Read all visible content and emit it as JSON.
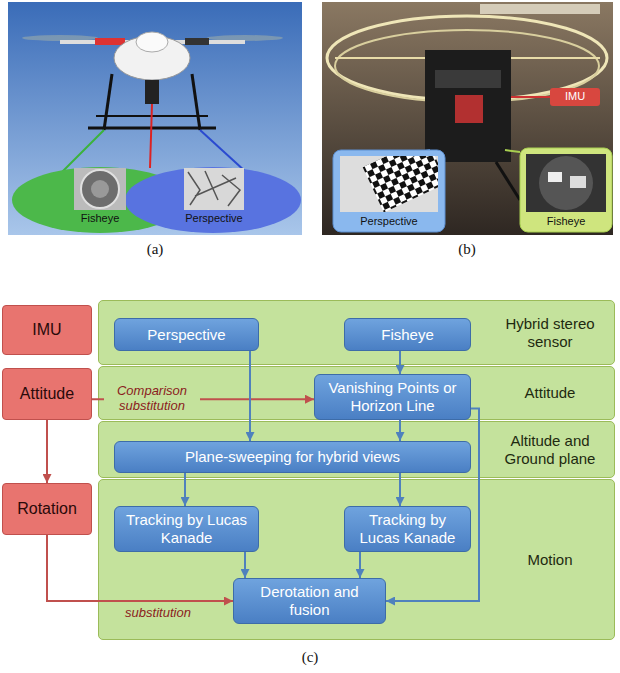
{
  "diagram": {
    "nodes": [
      {
        "text": [
          "IMU"
        ]
      },
      {
        "text": [
          "Hybrid stereo sensor"
        ]
      },
      {
        "text": [
          "Perspective"
        ],
        "in": 1
      },
      {
        "text": [
          "Fisheye"
        ],
        "in": 1
      },
      {
        "text": [
          "Attitude"
        ]
      },
      {
        "text": [
          "Attitude"
        ]
      },
      {
        "text": [
          "Vanishing Points or Horizon Line"
        ],
        "in": 5
      },
      {
        "text": [
          "Altitude and Ground plane"
        ]
      },
      {
        "text": [
          "Plane-sweeping for hybrid views"
        ],
        "in": 7
      },
      {
        "text": [
          "Rotation"
        ]
      },
      {
        "text": [
          "Motion"
        ]
      },
      {
        "text": [
          "Tracking by Lucas Kanade"
        ],
        "in": 10
      },
      {
        "text": [
          "Tracking by Lucas Kanade"
        ],
        "in": 10
      },
      {
        "text": [
          "Derotation and fusion"
        ],
        "in": 10
      }
    ],
    "edges": [
      {
        "from": 4,
        "to": 9,
        "arrow": "to"
      },
      {
        "from": 4,
        "to": 6,
        "label": "Comparison substitution",
        "arrow": "to"
      },
      {
        "from": 9,
        "to": 13,
        "label": "substitution",
        "arrow": "to"
      },
      {
        "from": 2,
        "to": 8,
        "arrow": "to"
      },
      {
        "from": 3,
        "to": 6,
        "arrow": "to"
      },
      {
        "from": 6,
        "to": 8,
        "arrow": "to"
      },
      {
        "from": 6,
        "to": 13,
        "arrow": "to"
      },
      {
        "from": 8,
        "to": 11,
        "arrow": "to"
      },
      {
        "from": 8,
        "to": 12,
        "arrow": "to"
      },
      {
        "from": 11,
        "to": 13,
        "arrow": "to"
      },
      {
        "from": 12,
        "to": 13,
        "arrow": "to"
      }
    ],
    "labels": [
      "Fisheye",
      "Perspective",
      "IMU",
      "Perspective",
      "Fisheye",
      "(a)",
      "(b)",
      "(c)"
    ]
  }
}
